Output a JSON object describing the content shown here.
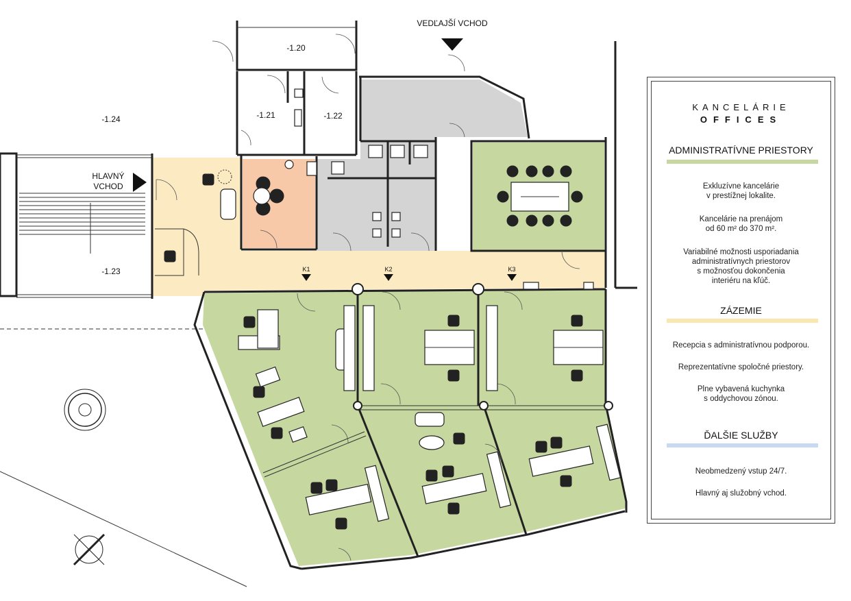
{
  "colors": {
    "admin": "#c6d7a0",
    "zazemie": "#fbe6b0",
    "sluzby": "#c9d9f2",
    "reception_zone": "#fcebc2",
    "kitchen": "#f7c9a8",
    "service": "#d4d4d4"
  },
  "plan": {
    "rooms": {
      "r120": "-1.20",
      "r121": "-1.21",
      "r122": "-1.22",
      "r123": "-1.23",
      "r124": "-1.24"
    },
    "entrances": {
      "main_line1": "HLAVNÝ",
      "main_line2": "VCHOD",
      "side": "VEDĽAJŠÍ  VCHOD"
    },
    "markers": {
      "k1": "K1",
      "k2": "K2",
      "k3": "K3"
    }
  },
  "legend": {
    "title_sk": "KANCELÁRIE",
    "title_en": "OFFICES",
    "section_admin": {
      "heading": "ADMINISTRATÍVNE PRIESTORY",
      "text1": "Exkluzívne kancelárie\nv prestížnej lokalite.",
      "text2": "Kancelárie na prenájom\nod 60 m² do 370 m².",
      "text3": "Variabilné možnosti usporiadania\nadministratívnych priestorov\ns možnosťou dokončenia\ninteriéru na kľúč."
    },
    "section_zazemie": {
      "heading": "ZÁZEMIE",
      "text1": "Recepcia s administratívnou podporou.",
      "text2": "Reprezentatívne spoločné priestory.",
      "text3": "Plne vybavená kuchynka\ns oddychovou zónou."
    },
    "section_sluzby": {
      "heading": "ĎALŠIE SLUŽBY",
      "text1": "Neobmedzený vstup 24/7.",
      "text2": "Hlavný aj služobný vchod."
    }
  }
}
